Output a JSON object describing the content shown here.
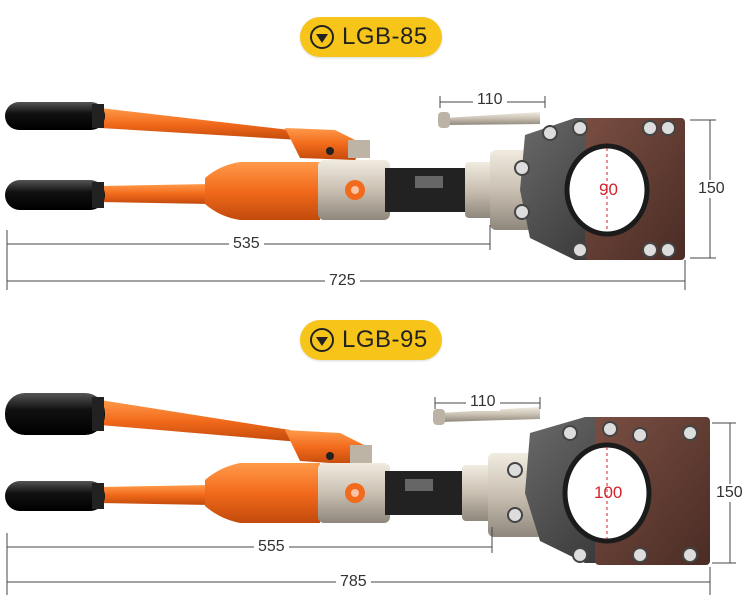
{
  "products": [
    {
      "model": "LGB-85",
      "badge_icon": "chevron-down-circle-icon",
      "dims": {
        "grip": "110",
        "opening": "90",
        "height": "150",
        "body": "535",
        "total": "725"
      }
    },
    {
      "model": "LGB-95",
      "badge_icon": "chevron-down-circle-icon",
      "dims": {
        "grip": "110",
        "opening": "100",
        "height": "150",
        "body": "555",
        "total": "785"
      }
    }
  ],
  "colors": {
    "badge": "#f7c51a",
    "handle": "#f26a1b",
    "head": "#5c3a32",
    "dimension": "#333333",
    "opening": "#d2232a"
  }
}
